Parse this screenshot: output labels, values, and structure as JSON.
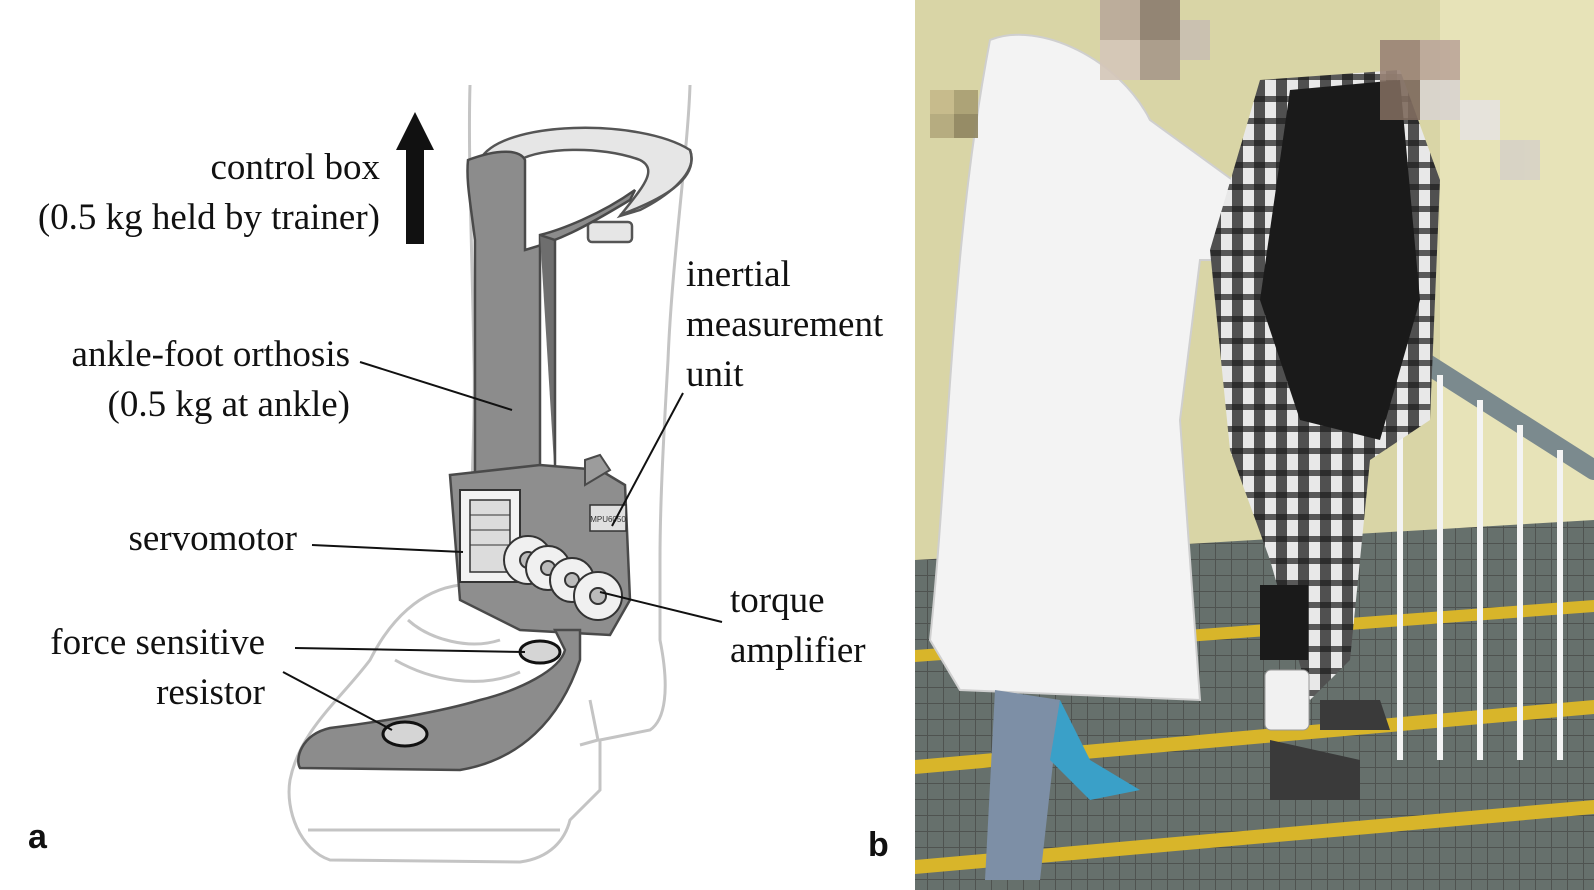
{
  "panels": {
    "a": "a",
    "b": "b"
  },
  "labels": {
    "control_box": [
      "control box",
      "(0.5 kg held by trainer)"
    ],
    "afo": [
      "ankle-foot orthosis",
      "(0.5 kg at ankle)"
    ],
    "imu": [
      "inertial",
      "measurement",
      "unit"
    ],
    "servo": [
      "servomotor"
    ],
    "fsr": [
      "force sensitive",
      "resistor"
    ],
    "torque": [
      "torque",
      "amplifier"
    ]
  },
  "chip_text": "MPU6050",
  "colors": {
    "orthosis": "#8c8c8c",
    "orthosis_stroke": "#4a4a4a",
    "outline": "#bdbdbd",
    "leader": "#111111",
    "wall": "#d9d5a6",
    "coat": "#f3f3f3",
    "stairs": "#6f7b78",
    "nosing": "#d8b52a"
  }
}
